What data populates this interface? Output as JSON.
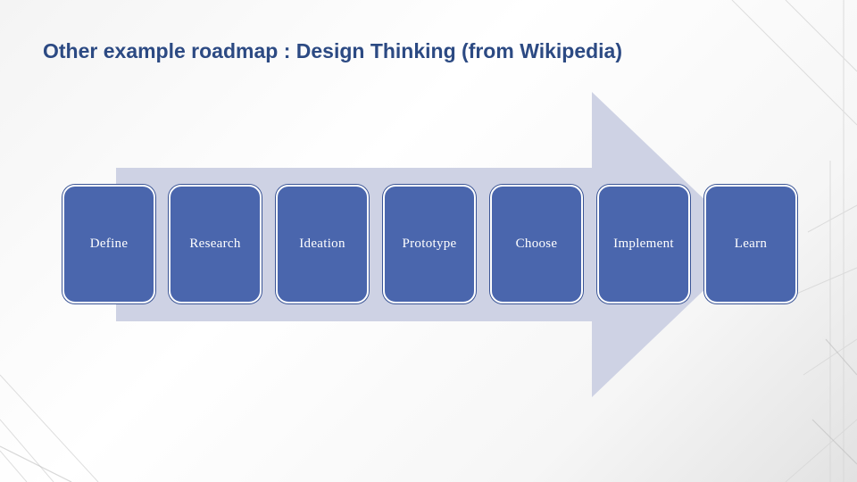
{
  "slide": {
    "title": "Other example roadmap : Design Thinking (from Wikipedia)"
  },
  "diagram": {
    "steps": [
      {
        "label": "Define"
      },
      {
        "label": "Research"
      },
      {
        "label": "Ideation"
      },
      {
        "label": "Prototype"
      },
      {
        "label": "Choose"
      },
      {
        "label": "Implement"
      },
      {
        "label": "Learn"
      }
    ]
  },
  "colors": {
    "title": "#2c4a83",
    "step_fill": "#4a66ad",
    "arrow_fill": "#ced2e4",
    "step_text": "#ffffff"
  }
}
